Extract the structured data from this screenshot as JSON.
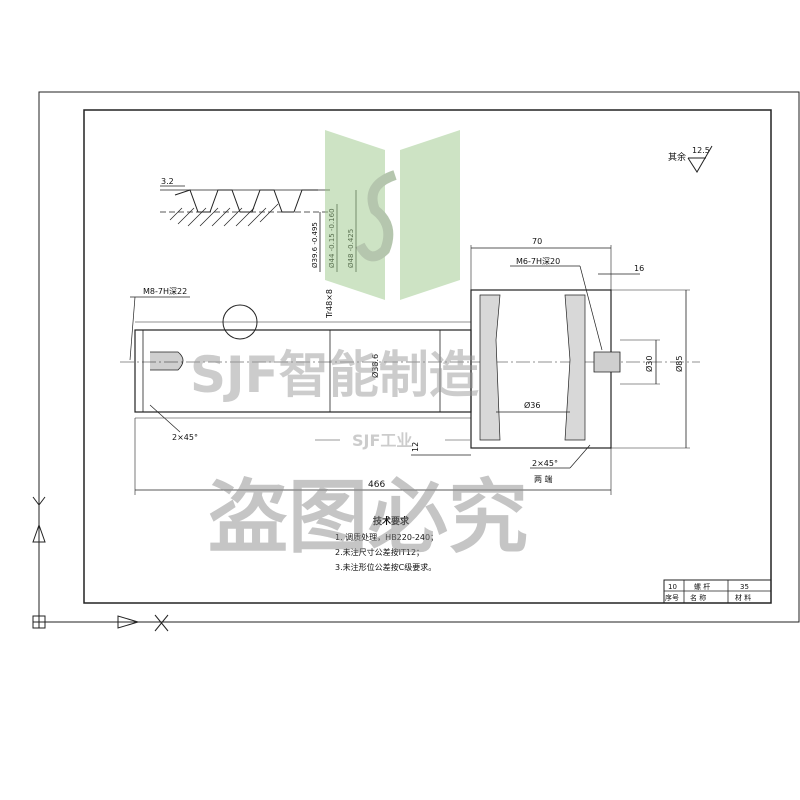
{
  "surface_finish": {
    "label": "其余",
    "value": "12.5"
  },
  "thread_profile": {
    "roughness": "3.2",
    "dim_d2": "Ø39.6 -0.495",
    "dim_d": "Ø44 -0.15 -0.160",
    "dim_d1": "Ø48 -0.425"
  },
  "shaft": {
    "thread_spec": "Tr48×8",
    "tapped_hole": "M8-7H深22",
    "chamfer": "2×45°",
    "dim_d": "Ø38.6",
    "dim_step": "12",
    "total_length": "466"
  },
  "nut": {
    "length": "70",
    "tapped_hole": "M6-7H深20",
    "dim_16": "16",
    "od": "Ø85",
    "d30": "Ø30",
    "d36": "Ø36",
    "chamfer": "2×45°",
    "chamfer_note": "两 端"
  },
  "notes": {
    "title": "技术要求",
    "items": [
      "1. 调质处理，HB220-240；",
      "2.未注尺寸公差按IT12；",
      "3.未注形位公差按C级要求。"
    ]
  },
  "title_block": {
    "row1": [
      "10",
      "螺 杆",
      "35"
    ],
    "row2": [
      "序号",
      "名 称",
      "材 料"
    ]
  },
  "watermark": {
    "brand": "SJF智能制造",
    "sub": "SJF工业",
    "warning": "盗图必究"
  }
}
